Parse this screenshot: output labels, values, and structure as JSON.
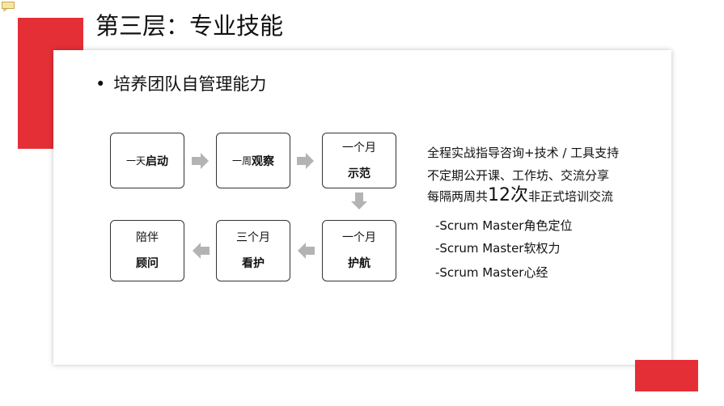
{
  "title": "第三层：专业技能",
  "bullet": "培养团队自管理能力",
  "steps": [
    {
      "prefix": "一天",
      "main": "启动"
    },
    {
      "prefix": "一周",
      "main": "观察"
    },
    {
      "line1": "一个月",
      "line2": "示范"
    },
    {
      "line1": "一个月",
      "line2": "护航"
    },
    {
      "line1": "三个月",
      "line2": "看护"
    },
    {
      "line1": "陪伴",
      "line2": "顾问"
    }
  ],
  "support": {
    "line1": "全程实战指导咨询+技术 / 工具支持",
    "line2": "不定期公开课、工作坊、交流分享",
    "line3_pre": "每隔两周共",
    "line3_big": "12次",
    "line3_post": "非正式培训交流",
    "items": [
      "-Scrum Master角色定位",
      "-Scrum Master软权力",
      "-Scrum Master心经"
    ]
  },
  "colors": {
    "accent": "#e52f37",
    "arrow": "#b3b3b3"
  }
}
